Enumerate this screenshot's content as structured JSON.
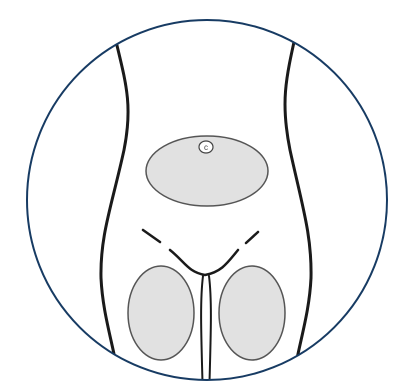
{
  "figure": {
    "type": "injection-site-diagram",
    "subject": "lower-torso-front-view",
    "regions": [
      {
        "name": "abdomen"
      },
      {
        "name": "left-thigh"
      },
      {
        "name": "right-thigh"
      }
    ],
    "navel_marker": "c",
    "colors": {
      "frame_circle": "#173b63",
      "body_outline": "#1a1a1a",
      "region_fill": "#e1e1e1",
      "region_stroke": "#555555",
      "background": "#ffffff"
    }
  }
}
